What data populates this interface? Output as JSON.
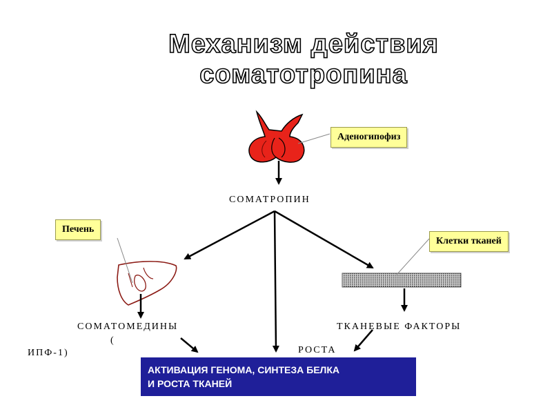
{
  "title": {
    "line1": "Механизм действия",
    "line2": "соматотропина"
  },
  "labels": {
    "adenohypophysis": "Аденогипофиз",
    "liver": "Печень",
    "tissue_cells": "Клетки тканей"
  },
  "nodes": {
    "somatotropin": "СОМАТРОПИН",
    "somatomedins": "СОМАТОМЕДИНЫ",
    "somatomedins_paren_open": "(",
    "somatomedins_abbr": "ИПФ-1)",
    "tissue_factors": "ТКАНЕВЫЕ ФАКТОРЫ",
    "tissue_factors_growth": "РОСТА"
  },
  "result": {
    "line1": "АКТИВАЦИЯ ГЕНОМА, СИНТЕЗА БЕЛКА",
    "line2": "И РОСТА ТКАНЕЙ"
  },
  "colors": {
    "gland": "#e8231a",
    "label_bg": "#ffff99",
    "result_bg": "#1f1f99"
  }
}
